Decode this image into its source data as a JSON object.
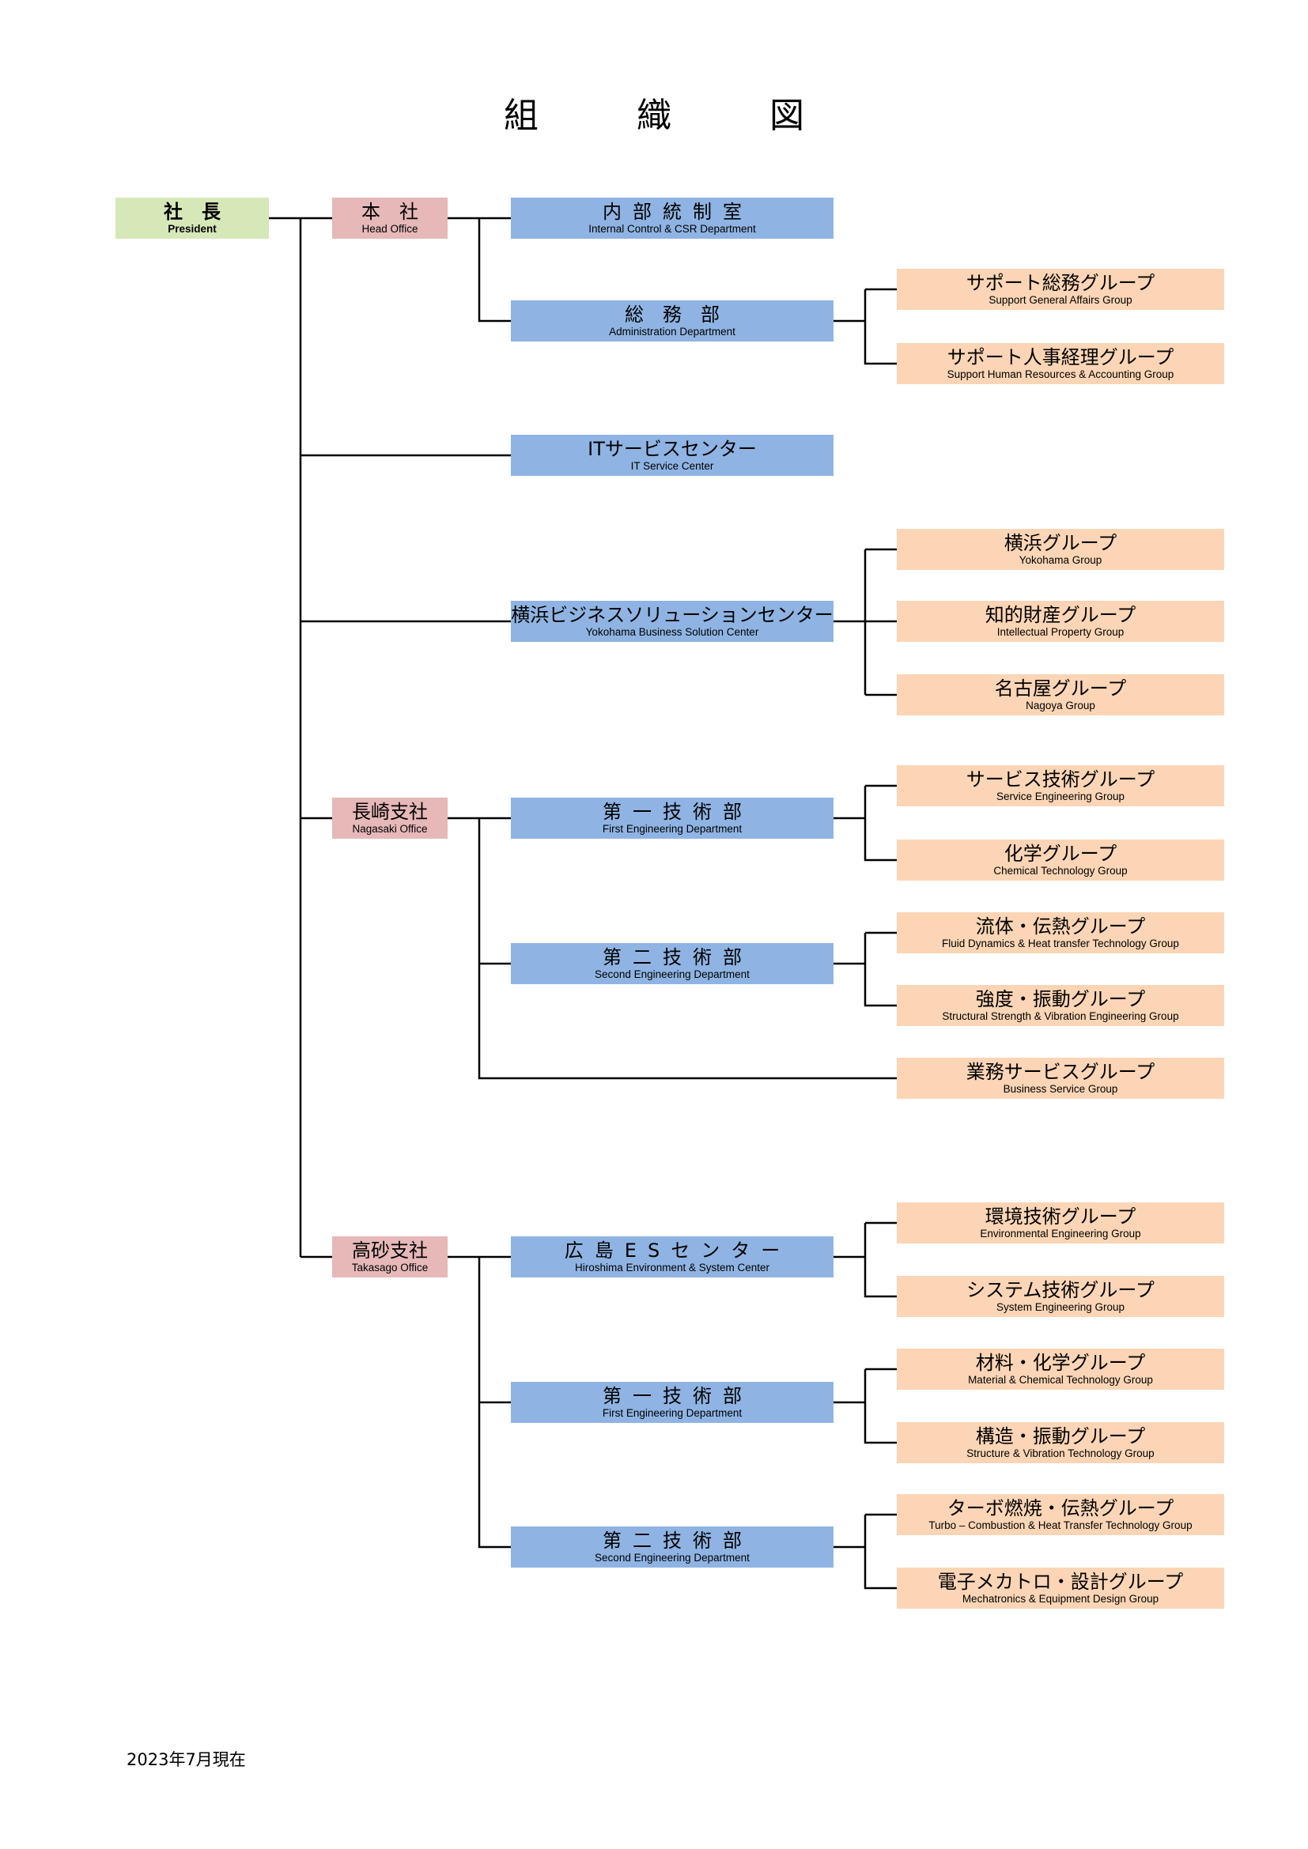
{
  "title": "組　織　図",
  "footer": "2023年7月現在",
  "colors": {
    "president": "#d6e8b8",
    "office": "#e6b8b8",
    "department": "#8fb4e3",
    "group": "#fbd5b5",
    "line": "#000000"
  },
  "nodes": {
    "president": {
      "jp": "社　長",
      "en": "President"
    },
    "head_office": {
      "jp": "本　社",
      "en": "Head Office"
    },
    "internal_control": {
      "jp": "内部統制室",
      "en": "Internal Control & CSR Department"
    },
    "administration": {
      "jp": "総　務　部",
      "en": "Administration Department"
    },
    "support_ga": {
      "jp": "サポート総務グループ",
      "en": "Support General Affairs Group"
    },
    "support_hr": {
      "jp": "サポート人事経理グループ",
      "en": "Support Human Resources & Accounting Group"
    },
    "it_service": {
      "jp": "ITサービスセンター",
      "en": "IT Service Center"
    },
    "yokohama_bsc": {
      "jp": "横浜ビジネスソリューションセンター",
      "en": "Yokohama Business Solution Center"
    },
    "yokohama_group": {
      "jp": "横浜グループ",
      "en": "Yokohama Group"
    },
    "ip_group": {
      "jp": "知的財産グループ",
      "en": "Intellectual Property Group"
    },
    "nagoya_group": {
      "jp": "名古屋グループ",
      "en": "Nagoya Group"
    },
    "nagasaki_office": {
      "jp": "長崎支社",
      "en": "Nagasaki Office"
    },
    "nagasaki_first": {
      "jp": "第一技術部",
      "en": "First Engineering Department"
    },
    "service_eng": {
      "jp": "サービス技術グループ",
      "en": "Service Engineering Group"
    },
    "chem_tech": {
      "jp": "化学グループ",
      "en": "Chemical Technology Group"
    },
    "nagasaki_second": {
      "jp": "第二技術部",
      "en": "Second Engineering Department"
    },
    "fluid": {
      "jp": "流体・伝熱グループ",
      "en": "Fluid Dynamics & Heat transfer Technology Group"
    },
    "strength": {
      "jp": "強度・振動グループ",
      "en": "Structural Strength & Vibration Engineering Group"
    },
    "business_service": {
      "jp": "業務サービスグループ",
      "en": "Business Service Group"
    },
    "takasago_office": {
      "jp": "高砂支社",
      "en": "Takasago Office"
    },
    "hiroshima_es": {
      "jp": "広島ESセンター",
      "en": "Hiroshima  Environment & System Center"
    },
    "env_eng": {
      "jp": "環境技術グループ",
      "en": "Environmental Engineering Group"
    },
    "sys_eng": {
      "jp": "システム技術グループ",
      "en": "System Engineering Group"
    },
    "takasago_first": {
      "jp": "第一技術部",
      "en": "First Engineering Department"
    },
    "material_chem": {
      "jp": "材料・化学グループ",
      "en": "Material & Chemical Technology Group"
    },
    "structure_vib": {
      "jp": "構造・振動グループ",
      "en": "Structure & Vibration Technology Group"
    },
    "takasago_second": {
      "jp": "第二技術部",
      "en": "Second Engineering Department"
    },
    "turbo": {
      "jp": "ターボ燃焼・伝熱グループ",
      "en": "Turbo – Combustion & Heat Transfer Technology Group"
    },
    "mechatronics": {
      "jp": "電子メカトロ・設計グループ",
      "en": "Mechatronics & Equipment Design Group"
    }
  }
}
